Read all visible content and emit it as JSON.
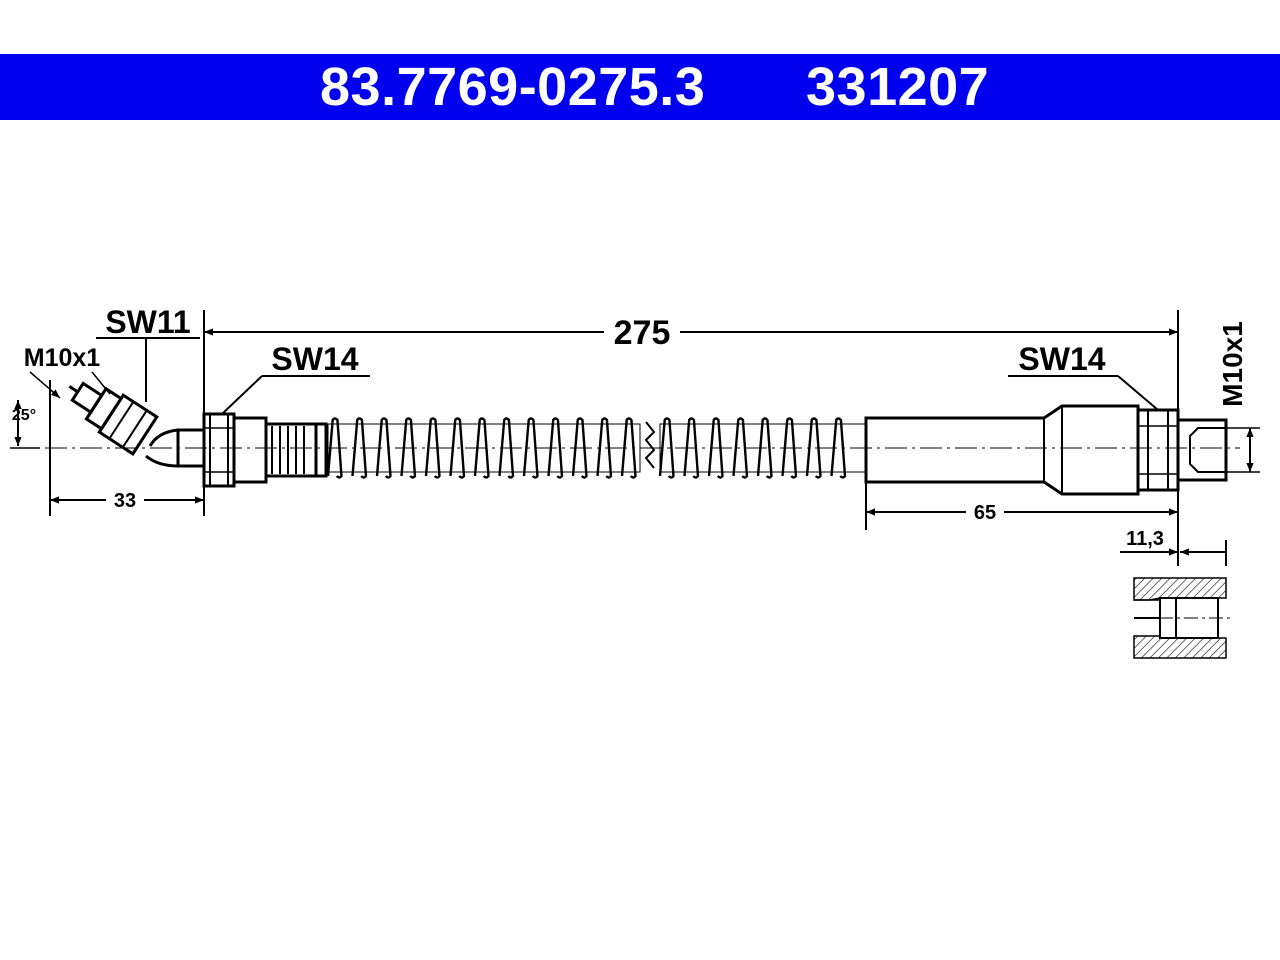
{
  "header": {
    "part_number": "83.7769-0275.3",
    "ref_number": "331207",
    "background_color": "#0000ee",
    "text_color": "#ffffff"
  },
  "dimensions": {
    "overall_length": "275",
    "left_fitting_length": "33",
    "right_sleeve_length": "65",
    "port_depth": "11,3",
    "angle": "25°"
  },
  "labels": {
    "left_thread": "M10x1",
    "right_thread": "M10x1",
    "left_wrench_bolt": "SW11",
    "left_wrench_nut": "SW14",
    "right_wrench_nut": "SW14"
  }
}
